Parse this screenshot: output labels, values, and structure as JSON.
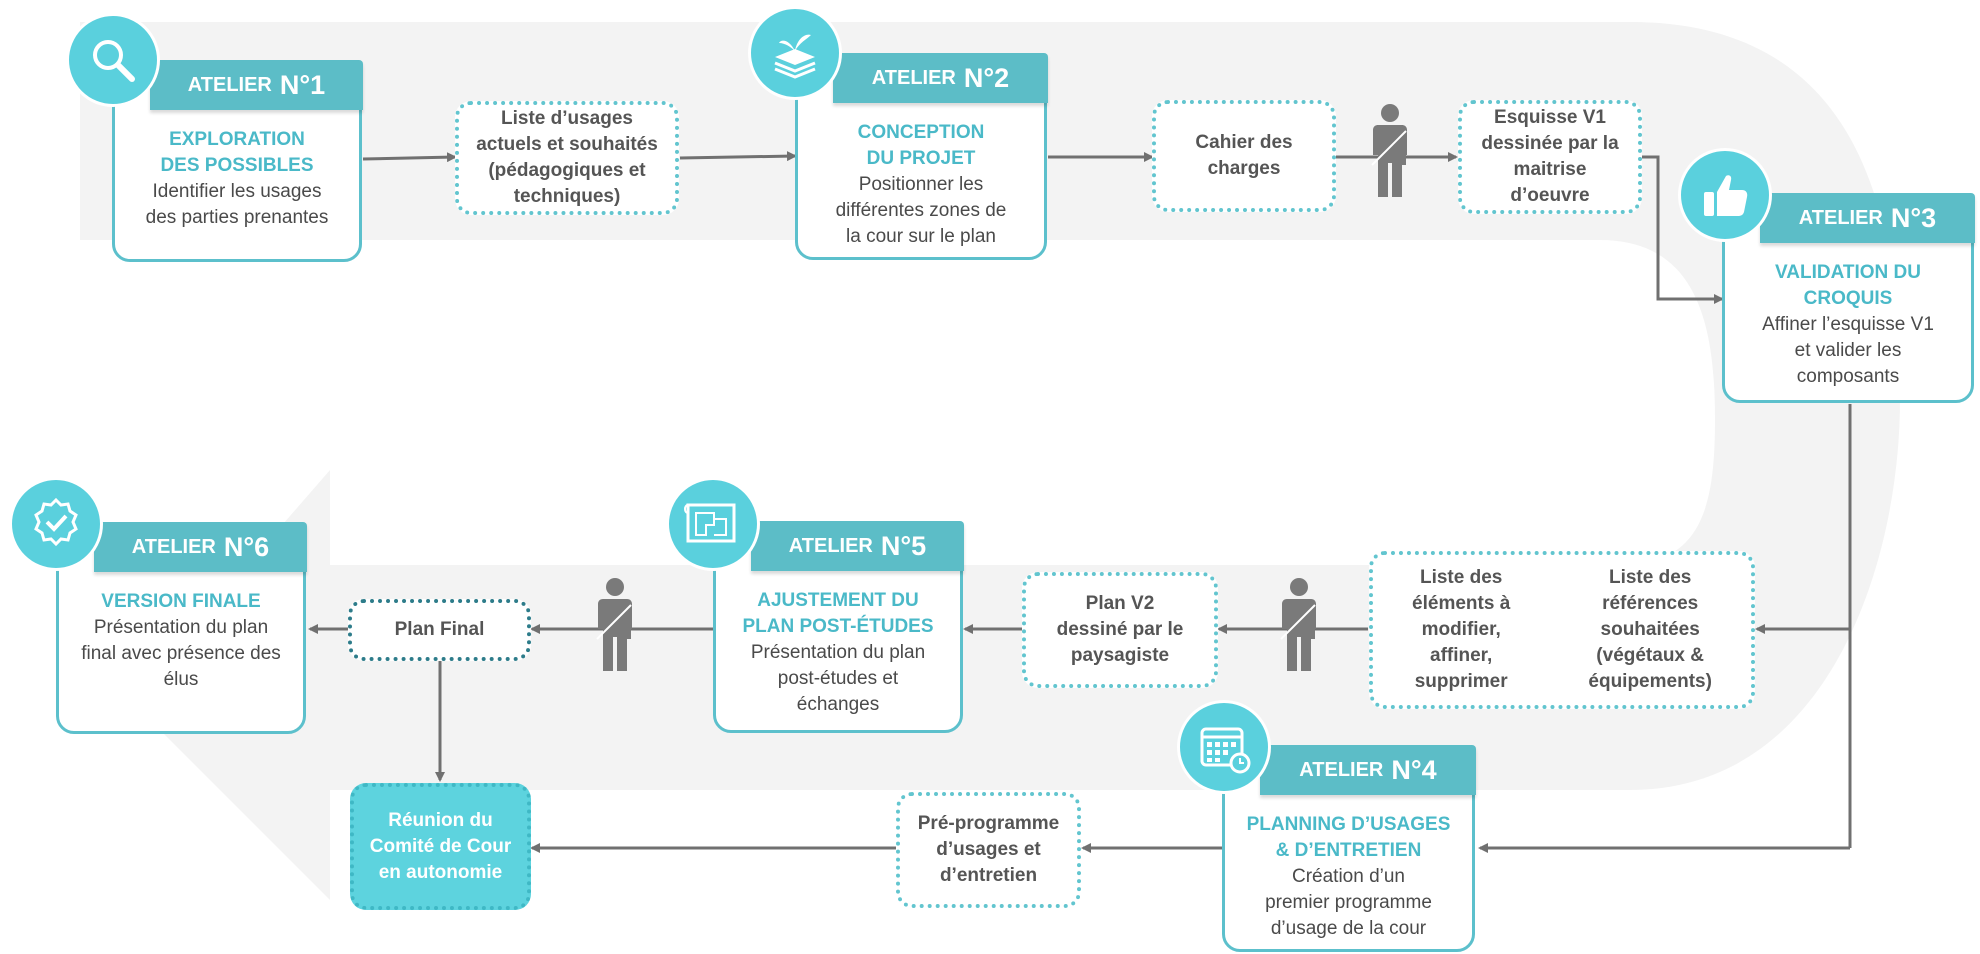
{
  "colors": {
    "accent": "#5cbdc7",
    "title": "#4ab9c8",
    "arrow": "#707070",
    "person": "#7a7a7a",
    "band": "#f3f3f3"
  },
  "ateliers": [
    {
      "label": "ATELIER",
      "num": "N°1",
      "icon": "magnifier-icon",
      "title": "EXPLORATION\nDES POSSIBLES",
      "desc": "Identifier les usages\ndes parties prenantes"
    },
    {
      "label": "ATELIER",
      "num": "N°2",
      "icon": "plant-layers-icon",
      "title": "CONCEPTION\nDU PROJET",
      "desc": "Positionner les\ndifférentes zones de\nla cour sur le plan"
    },
    {
      "label": "ATELIER",
      "num": "N°3",
      "icon": "thumbs-up-icon",
      "title": "VALIDATION DU\nCROQUIS",
      "desc": "Affiner l’esquisse V1\net valider les\ncomposants"
    },
    {
      "label": "ATELIER",
      "num": "N°4",
      "icon": "calendar-icon",
      "title": "PLANNING D’USAGES\n& D’ENTRETIEN",
      "desc": "Création d’un\npremier programme\nd’usage de la cour"
    },
    {
      "label": "ATELIER",
      "num": "N°5",
      "icon": "blueprint-icon",
      "title": "AJUSTEMENT DU\nPLAN POST-ÉTUDES",
      "desc": "Présentation du plan\npost-études et\néchanges"
    },
    {
      "label": "ATELIER",
      "num": "N°6",
      "icon": "certificate-icon",
      "title": "VERSION FINALE",
      "desc": "Présentation du plan\nfinal avec présence des\nélus"
    }
  ],
  "outputs": {
    "liste_usages": "Liste d’usages\nactuels et souhaités\n(pédagogiques et\ntechniques)",
    "cahier": "Cahier des\ncharges",
    "esquisse": "Esquisse V1\ndessinée par la\nmaitrise\nd’oeuvre",
    "liste_elements": "Liste des\néléments à\nmodifier,\naffiner,\nsupprimer",
    "liste_references": "Liste des\nréférences\nsouhaitées\n(végétaux &\néquipements)",
    "plan_v2": "Plan V2\ndessiné par le\npaysagiste",
    "plan_final": "Plan Final",
    "pre_programme": "Pré-programme\nd’usages et\nd’entretien",
    "reunion": "Réunion du\nComité de Cour\nen autonomie"
  }
}
